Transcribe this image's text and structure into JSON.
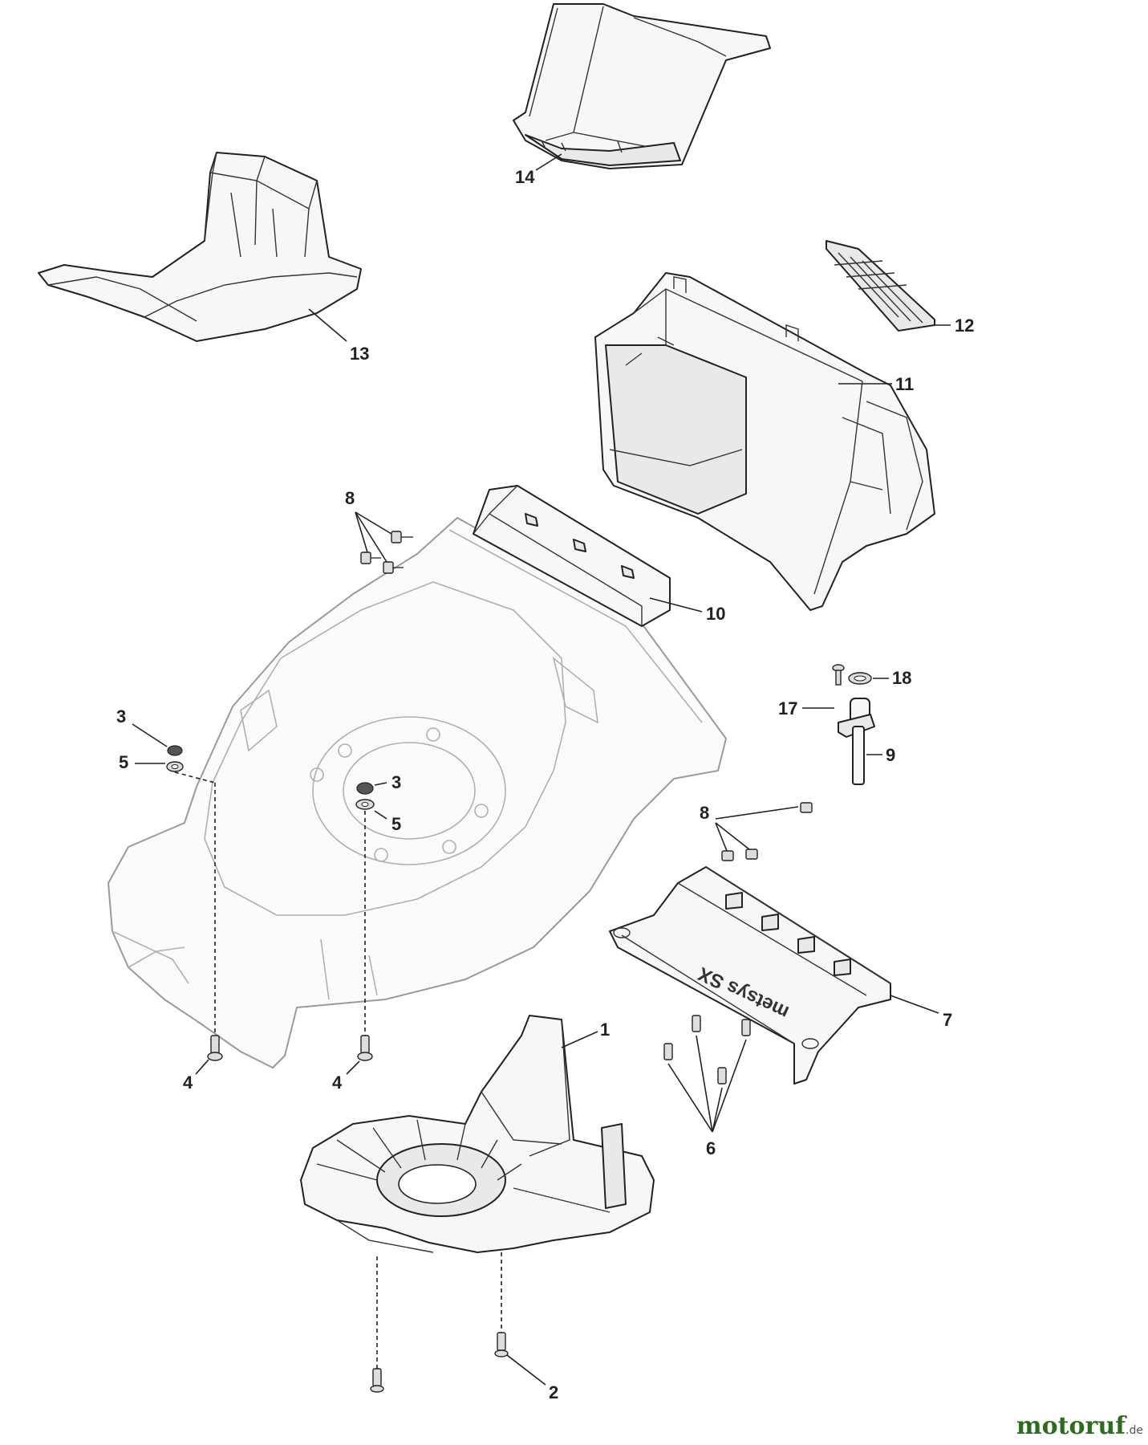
{
  "callouts": {
    "c1": "1",
    "c2": "2",
    "c3a": "3",
    "c3b": "3",
    "c4a": "4",
    "c4b": "4",
    "c5a": "5",
    "c5b": "5",
    "c6": "6",
    "c7": "7",
    "c8a": "8",
    "c8b": "8",
    "c9": "9",
    "c10": "10",
    "c11": "11",
    "c12": "12",
    "c13": "13",
    "c14": "14",
    "c17": "17",
    "c18": "18"
  },
  "deck_text": "metsys SX",
  "watermark": {
    "text": "motoruf",
    "suffix": ".de"
  }
}
